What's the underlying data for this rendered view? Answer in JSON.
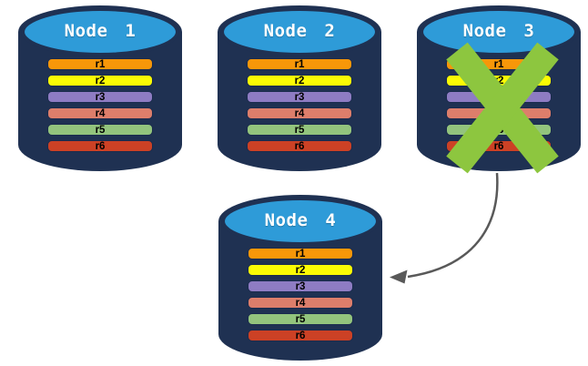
{
  "diagram": {
    "description": "Database replication nodes diagram: Node 3 failed, its replicas recovered onto Node 4",
    "nodes": [
      {
        "label": "Node 1",
        "status": "active",
        "rows": [
          "r1",
          "r2",
          "r3",
          "r4",
          "r5",
          "r6"
        ]
      },
      {
        "label": "Node 2",
        "status": "active",
        "rows": [
          "r1",
          "r2",
          "r3",
          "r4",
          "r5",
          "r6"
        ]
      },
      {
        "label": "Node 3",
        "status": "failed",
        "rows": [
          "r1",
          "r2",
          "r3",
          "r4",
          "r5",
          "r6"
        ]
      },
      {
        "label": "Node 4",
        "status": "active",
        "rows": [
          "r1",
          "r2",
          "r3",
          "r4",
          "r5",
          "r6"
        ]
      }
    ],
    "row_colors": [
      "#F79709",
      "#FBFB04",
      "#8E7CC3",
      "#DD7E6B",
      "#93C47D",
      "#CC4125"
    ],
    "colors": {
      "cylinder_body": "#1F3152",
      "cylinder_top": "#2E9BD8",
      "failure_x": "#8DC63F",
      "arrow": "#595959",
      "row_text": "#000000",
      "title_text": "#FFFFFF",
      "background": "#FFFFFF"
    },
    "arrow": {
      "from": "Node 3",
      "to": "Node 4"
    }
  }
}
